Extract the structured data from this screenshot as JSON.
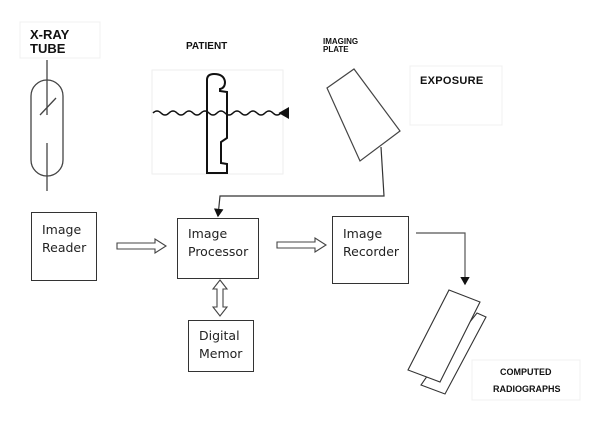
{
  "labels": {
    "xray_tube": [
      "X-RAY",
      "TUBE"
    ],
    "patient": "PATIENT",
    "imaging_plate": [
      "IMAGING",
      "PLATE"
    ],
    "exposure": "EXPOSURE",
    "computed_radiographs": [
      "COMPUTED",
      "RADIOGRAPHS"
    ]
  },
  "blocks": {
    "image_reader": [
      "Image",
      "Reader"
    ],
    "image_processor": [
      "Image",
      "Processor"
    ],
    "image_recorder": [
      "Image",
      "Recorder"
    ],
    "digital_memory": [
      "Digital",
      "Memor"
    ]
  },
  "colors": {
    "line": "#333333",
    "text": "#111111"
  }
}
